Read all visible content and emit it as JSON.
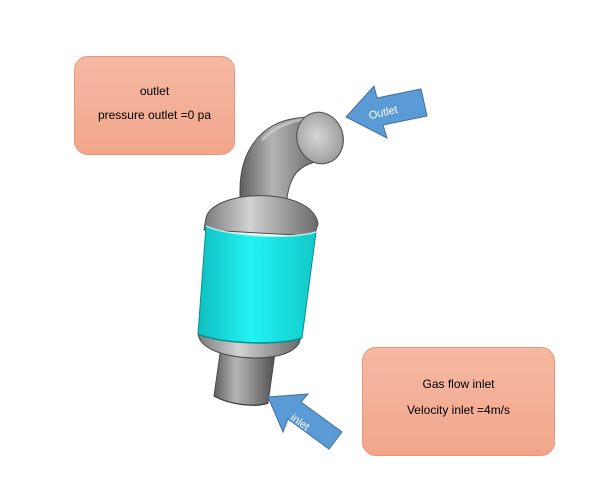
{
  "outlet_box": {
    "title": "outlet",
    "condition": "pressure outlet =0 pa"
  },
  "inlet_box": {
    "title": "Gas flow inlet",
    "condition": "Velocity inlet =4m/s"
  },
  "arrows": {
    "outlet_label": "Outlet",
    "inlet_label": "inlet"
  },
  "colors": {
    "box_fill": "#f4ae94",
    "box_border": "#e8957a",
    "arrow_fill": "#5b9bd5",
    "arrow_label": "#ffffff",
    "body_cyan": "#16e6e6",
    "pipe_gray": "#8c8c8c"
  }
}
